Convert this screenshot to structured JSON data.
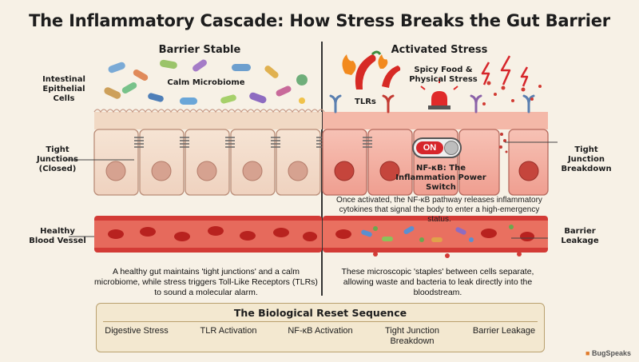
{
  "title": "The Inflammatory Cascade: How Stress Breaks the Gut Barrier",
  "left_panel": {
    "heading": "Barrier Stable",
    "microbiome_label": "Calm Microbiome",
    "cells_label": "Intestinal Epithelial Cells",
    "junctions_label": "Tight Junctions (Closed)",
    "vessel_label": "Healthy Blood Vessel",
    "caption": "A healthy gut maintains 'tight junctions' and a calm microbiome, while stress triggers Toll-Like Receptors (TLRs) to sound a molecular alarm."
  },
  "right_panel": {
    "heading": "Activated Stress",
    "stressor_label": "Spicy Food & Physical Stress",
    "tlr_label": "TLRs",
    "switch_text": "ON",
    "nfkb_label": "NF-κB: The Inflammation Power Switch",
    "nfkb_note": "Once activated, the NF-κB pathway releases inflammatory cytokines that signal the body to enter a high-emergency status.",
    "breakdown_label": "Tight Junction Breakdown",
    "leakage_label": "Barrier Leakage",
    "caption": "These microscopic 'staples' between cells separate, allowing waste and bacteria to leak directly into the bloodstream."
  },
  "reset_sequence": {
    "title": "The Biological Reset Sequence",
    "steps": [
      "Digestive Stress",
      "TLR Activation",
      "NF-κB Activation",
      "Tight Junction Breakdown",
      "Barrier Leakage"
    ]
  },
  "brand": "BugSpeaks",
  "colors": {
    "healthy_cell": "#f3dccb",
    "inflamed_cell": "#f4b4a8",
    "vessel": "#d23a36",
    "switch_red": "#d6262b"
  }
}
